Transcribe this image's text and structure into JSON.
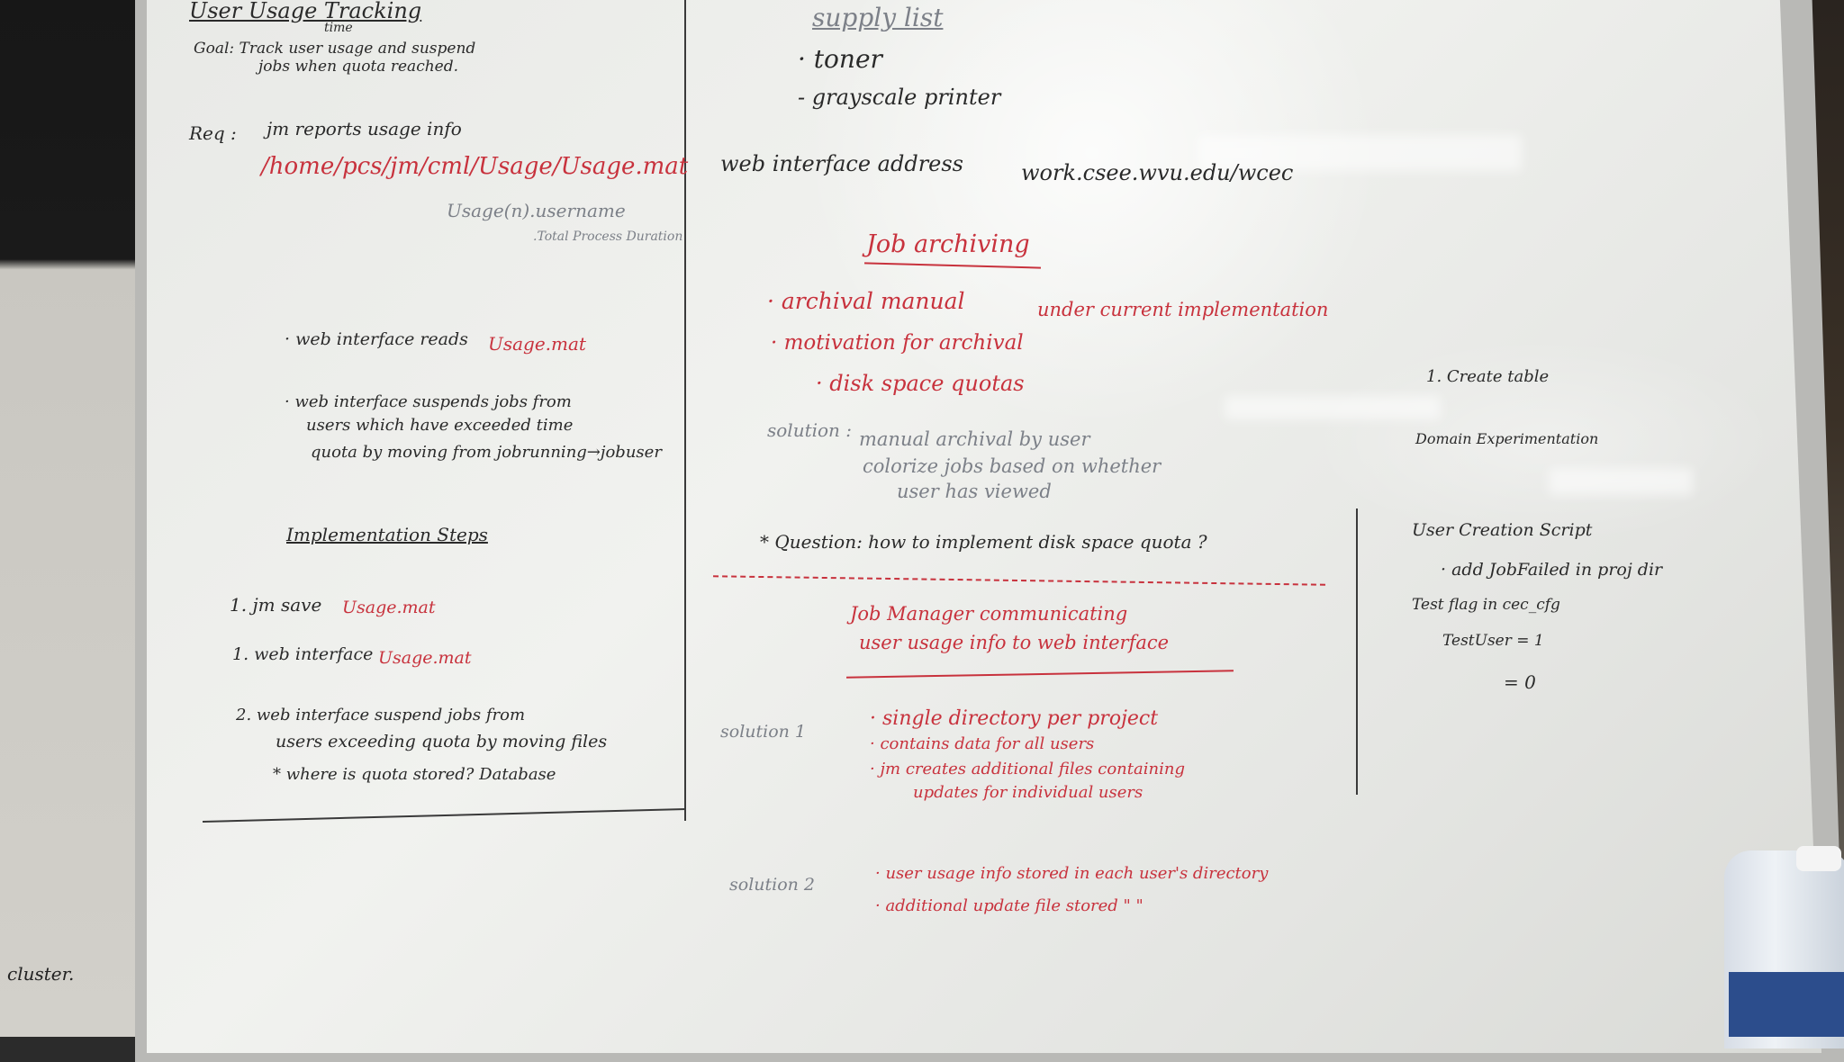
{
  "left_panel": {
    "title": "User Usage Tracking",
    "title_insert": "time",
    "goal_line1": "Goal: Track user usage and suspend",
    "goal_line2": "jobs when quota reached.",
    "req_label": "Req :",
    "req_text": "jm reports usage info",
    "path": "/home/pcs/jm/cml/Usage/Usage.mat",
    "usage_field": "Usage(n).username",
    "usage_subfield": ".Total Process Duration",
    "bullet1_prefix": "· web interface reads",
    "bullet1_red": "Usage.mat",
    "bullet2_line1": "· web interface suspends jobs from",
    "bullet2_line2": "users which have exceeded time",
    "bullet2_line3": "quota by moving from jobrunning→jobuser",
    "impl_heading": "Implementation Steps",
    "step1_prefix": "1. jm save",
    "step1_red": "Usage.mat",
    "step2_prefix": "1. web interface",
    "step2_red": "Usage.mat",
    "step3_line1": "2. web interface suspend jobs from",
    "step3_line2": "users exceeding quota by moving files",
    "step3_line3": "* where is quota stored? Database"
  },
  "middle_panel": {
    "supply_title": "supply list",
    "supply_item1": "· toner",
    "supply_item2": "- grayscale printer",
    "web_label": "web interface address",
    "web_address": "work.csee.wvu.edu/wcec",
    "archiving_heading": "Job archiving",
    "arch_bullet1_a": "· archival manual",
    "arch_bullet1_b": "under current implementation",
    "arch_bullet2": "· motivation for archival",
    "arch_bullet3": "· disk space quotas",
    "solution_label": "solution :",
    "solution_line1": "manual archival by user",
    "solution_line2": "colorize jobs based on whether",
    "solution_line3": "user has viewed",
    "question": "* Question: how to implement disk space quota ?",
    "jm_heading_line1": "Job Manager communicating",
    "jm_heading_line2": "user usage info to web interface",
    "solution1_label": "solution 1",
    "sol1_line1": "· single directory per project",
    "sol1_line2": "· contains data for all users",
    "sol1_line3": "· jm creates additional files containing",
    "sol1_line4": "updates for individual users",
    "solution2_label": "solution 2",
    "sol2_line1": "· user usage info stored in each user's directory",
    "sol2_line2": "· additional update file stored  \"   \""
  },
  "right_panel": {
    "item1": "1. Create table",
    "item2": "Domain Experimentation",
    "item3": "User Creation Script",
    "item3_sub": "· add JobFailed in proj dir",
    "item4": "Test flag in cec_cfg",
    "item4_sub1": "TestUser = 1",
    "item4_sub2": "= 0"
  },
  "side_text": "cluster.",
  "colors": {
    "marker_black": "#2a2a2a",
    "marker_red": "#c8323d",
    "marker_grey": "#7c8088",
    "board": "#eceeea"
  }
}
